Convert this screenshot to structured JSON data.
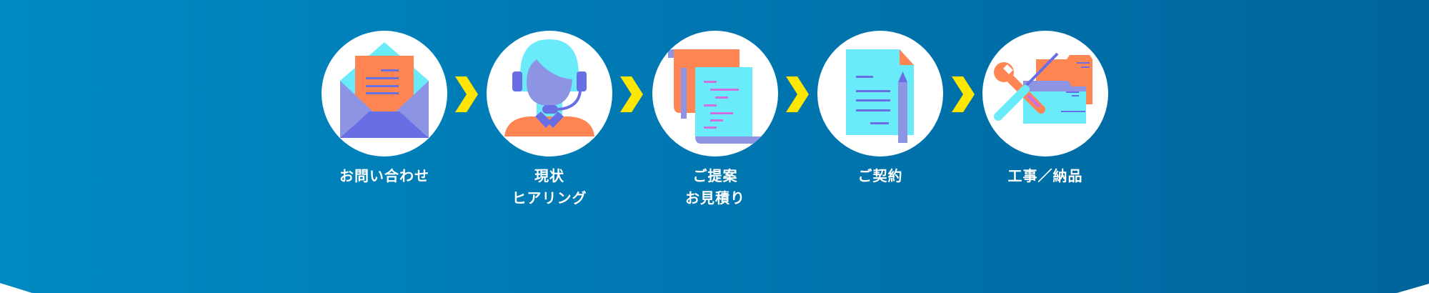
{
  "colors": {
    "bg_left": "#008ac2",
    "bg_right": "#00649c",
    "chevron": "#ffe600",
    "orange": "#ff8552",
    "cyan": "#6aebf9",
    "violet": "#8e94e4",
    "indigo": "#6a6ee4",
    "pink": "#d070e0"
  },
  "steps": [
    {
      "label_lines": [
        "お問い合わせ"
      ],
      "icon": "envelope-icon"
    },
    {
      "label_lines": [
        "現状",
        "ヒアリング"
      ],
      "icon": "operator-headset-icon"
    },
    {
      "label_lines": [
        "ご提案",
        "お見積り"
      ],
      "icon": "scroll-document-icon"
    },
    {
      "label_lines": [
        "ご契約"
      ],
      "icon": "contract-pencil-icon"
    },
    {
      "label_lines": [
        "工事／納品"
      ],
      "icon": "tools-folder-icon"
    }
  ]
}
